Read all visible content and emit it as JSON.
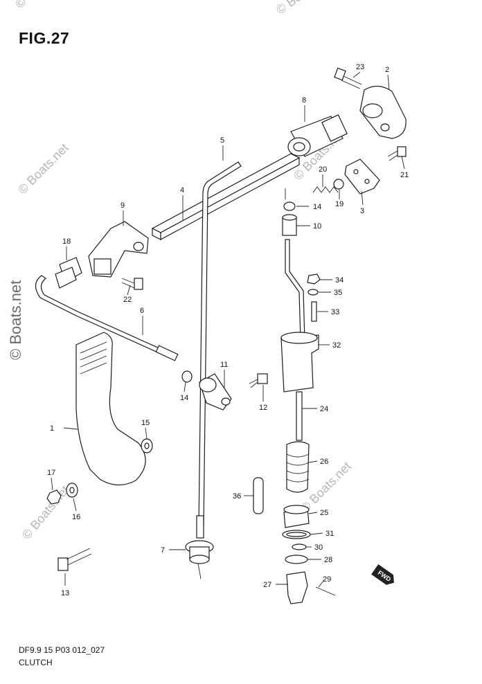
{
  "figure": {
    "title": "FIG.27",
    "code": "DF9.9 15 P03 012_027",
    "caption": "CLUTCH",
    "direction_badge": "FWD"
  },
  "watermark": {
    "text": "© Boats.net",
    "short_text": "© Boats.net"
  },
  "callouts": [
    {
      "id": "c1",
      "label": "1"
    },
    {
      "id": "c2",
      "label": "2"
    },
    {
      "id": "c3",
      "label": "3"
    },
    {
      "id": "c4",
      "label": "4"
    },
    {
      "id": "c5",
      "label": "5"
    },
    {
      "id": "c6",
      "label": "6"
    },
    {
      "id": "c7",
      "label": "7"
    },
    {
      "id": "c8",
      "label": "8"
    },
    {
      "id": "c9",
      "label": "9"
    },
    {
      "id": "c10",
      "label": "10"
    },
    {
      "id": "c11",
      "label": "11"
    },
    {
      "id": "c12",
      "label": "12"
    },
    {
      "id": "c13",
      "label": "13"
    },
    {
      "id": "c14a",
      "label": "14"
    },
    {
      "id": "c14b",
      "label": "14"
    },
    {
      "id": "c15",
      "label": "15"
    },
    {
      "id": "c16",
      "label": "16"
    },
    {
      "id": "c17",
      "label": "17"
    },
    {
      "id": "c18",
      "label": "18"
    },
    {
      "id": "c19",
      "label": "19"
    },
    {
      "id": "c20",
      "label": "20"
    },
    {
      "id": "c21",
      "label": "21"
    },
    {
      "id": "c22",
      "label": "22"
    },
    {
      "id": "c23",
      "label": "23"
    },
    {
      "id": "c24",
      "label": "24"
    },
    {
      "id": "c25",
      "label": "25"
    },
    {
      "id": "c26",
      "label": "26"
    },
    {
      "id": "c27",
      "label": "27"
    },
    {
      "id": "c28",
      "label": "28"
    },
    {
      "id": "c29",
      "label": "29"
    },
    {
      "id": "c30",
      "label": "30"
    },
    {
      "id": "c31",
      "label": "31"
    },
    {
      "id": "c32",
      "label": "32"
    },
    {
      "id": "c33",
      "label": "33"
    },
    {
      "id": "c34",
      "label": "34"
    },
    {
      "id": "c35",
      "label": "35"
    },
    {
      "id": "c36",
      "label": "36"
    }
  ]
}
